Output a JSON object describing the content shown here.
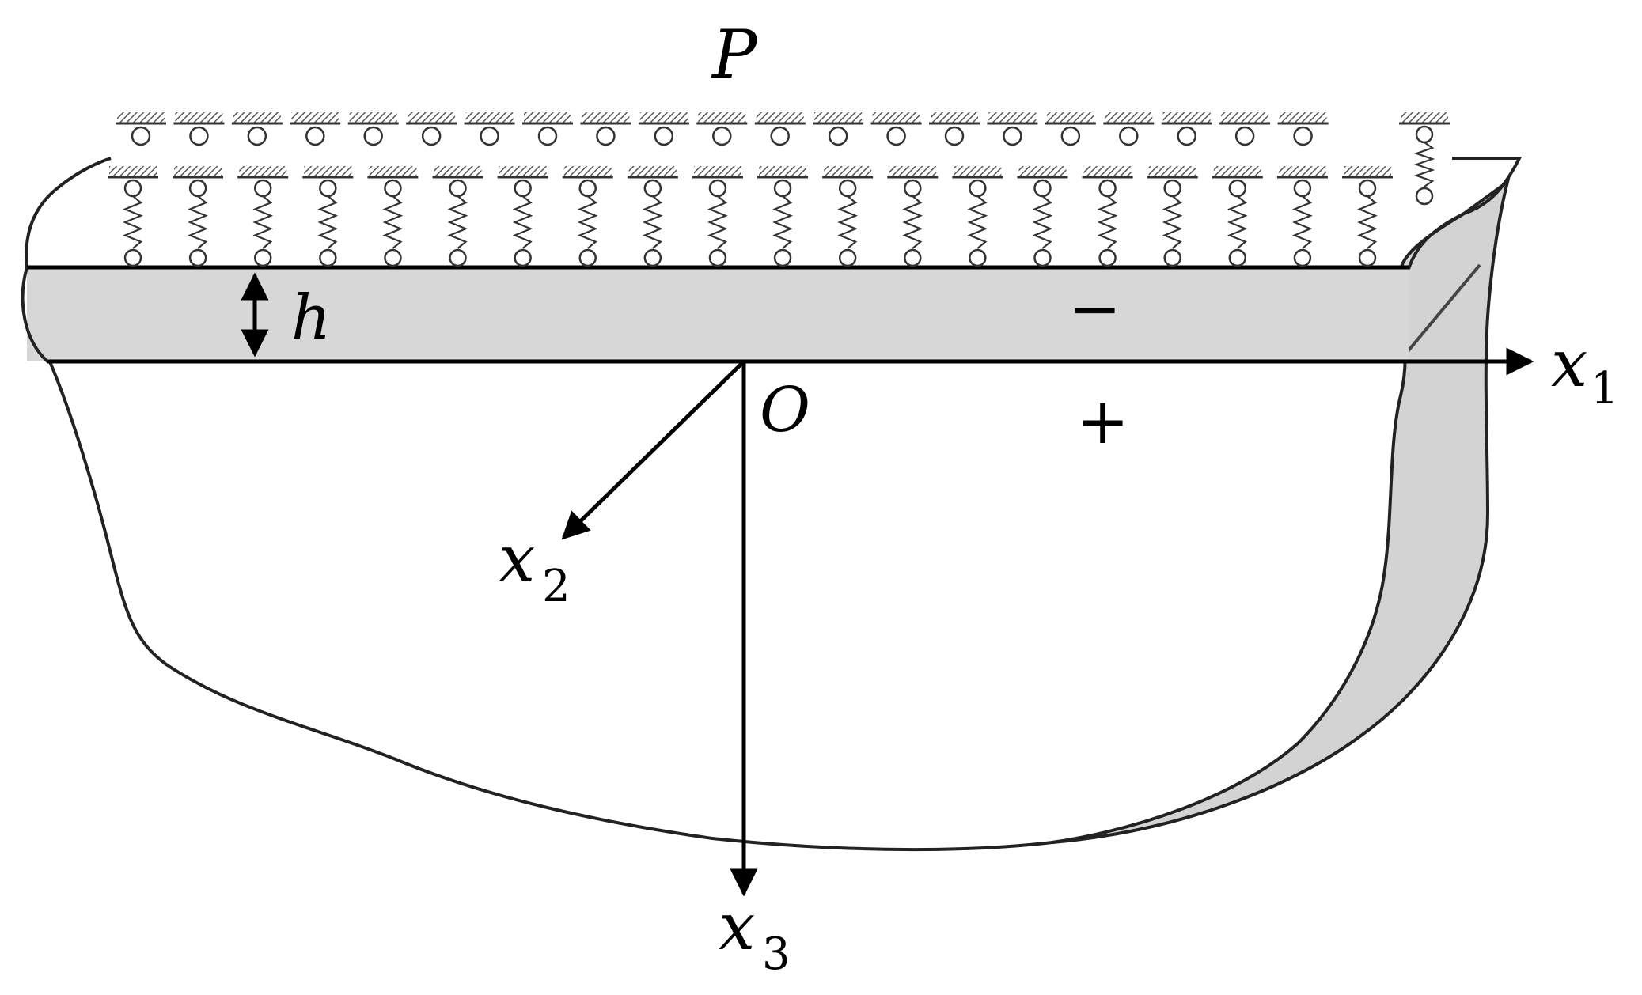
{
  "labels": {
    "load": "P",
    "thickness": "h",
    "minus": "−",
    "plus": "+",
    "origin": "O",
    "x1": {
      "base": "x",
      "sub": "1"
    },
    "x2": {
      "base": "x",
      "sub": "2"
    },
    "x3": {
      "base": "x",
      "sub": "3"
    }
  },
  "colors": {
    "line": "#000000",
    "layer_fill": "#d7d7d7",
    "side_fill": "#d3d3d3",
    "hatch": "#555555",
    "outline": "#222222"
  },
  "springs": {
    "front_row_count": 20,
    "back_row_count": 22
  }
}
